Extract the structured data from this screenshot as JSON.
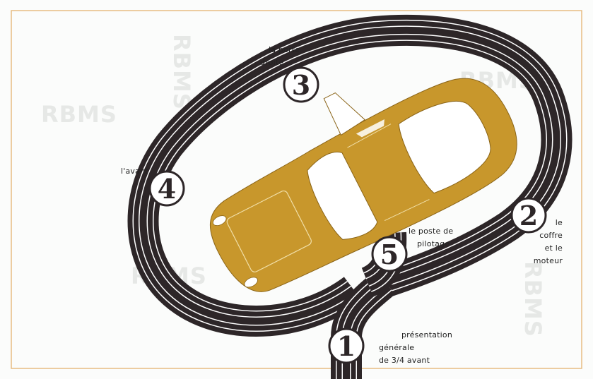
{
  "watermark": "RBMS",
  "stations": [
    {
      "number": "1",
      "label_lines": [
        "présentation",
        "générale",
        "de 3/4 avant"
      ]
    },
    {
      "number": "2",
      "label_lines": [
        "le",
        "coffre",
        "et le",
        "moteur"
      ]
    },
    {
      "number": "3",
      "label_lines": [
        "la porte",
        "droite"
      ]
    },
    {
      "number": "4",
      "label_lines": [
        "l'avant"
      ]
    },
    {
      "number": "5",
      "label_lines": [
        "le poste de",
        "pilotage"
      ]
    }
  ],
  "colors": {
    "track": "#2d2628",
    "car": "#c8972c",
    "frame": "#e5b87a",
    "background": "#fbfcfb"
  }
}
